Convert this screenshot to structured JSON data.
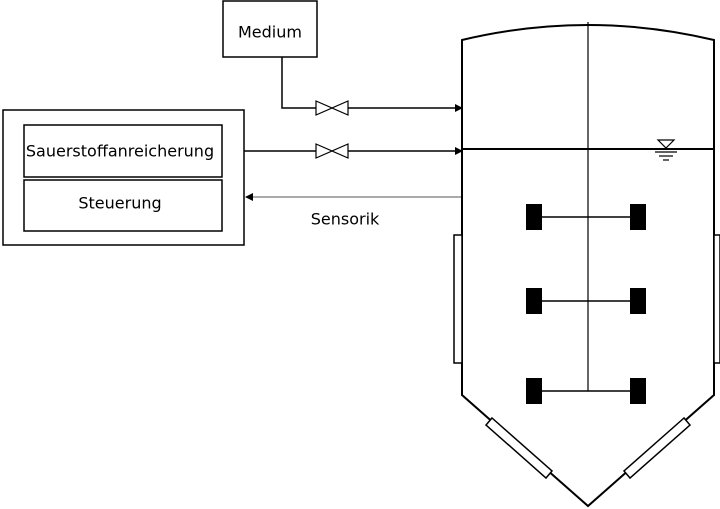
{
  "labels": {
    "medium": "Medium",
    "oxygen_enrichment": "Sauerstoffanreicherung",
    "control": "Steuerung",
    "sensors": "Sensorik"
  }
}
